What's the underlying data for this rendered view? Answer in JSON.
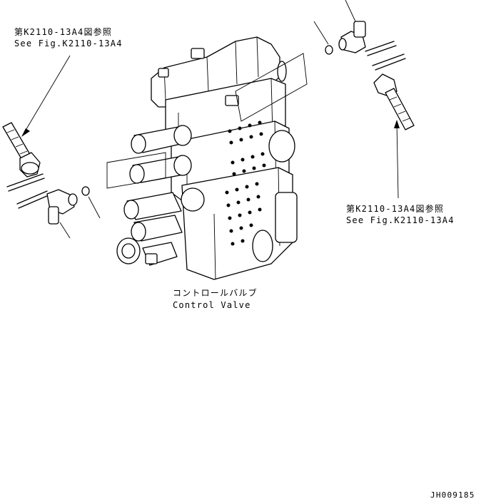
{
  "callouts": {
    "left_ref_jp": "第K2110-13A4図参照",
    "left_ref_en": "See Fig.K2110-13A4",
    "right_ref_jp": "第K2110-13A4図参照",
    "right_ref_en": "See Fig.K2110-13A4"
  },
  "main_part": {
    "label_jp": "コントロールバルブ",
    "label_en": "Control Valve"
  },
  "drawing_code": "JH009185"
}
